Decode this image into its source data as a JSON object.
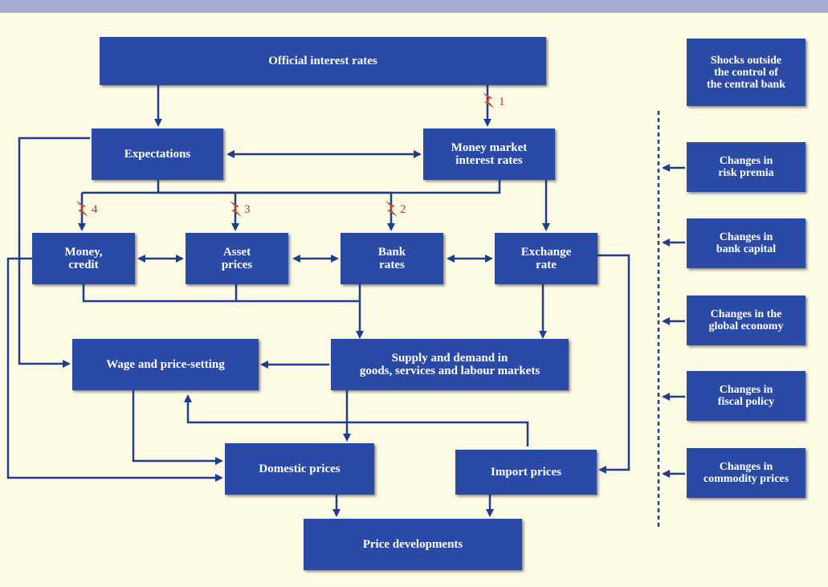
{
  "colors": {
    "background": "#fdfbe3",
    "box": "#2b4aa5",
    "arrow": "#1f3c8f",
    "shock_marker": "#b23a2a",
    "top_bar": "#a9add6"
  },
  "boxes": {
    "official_interest_rates": "Official interest rates",
    "expectations": "Expectations",
    "money_market_rates": "Money market\ninterest rates",
    "money_credit": "Money,\ncredit",
    "asset_prices": "Asset\nprices",
    "bank_rates": "Bank\nrates",
    "exchange_rate": "Exchange\nrate",
    "wage_price_setting": "Wage and price-setting",
    "supply_demand": "Supply and demand in\ngoods, services and labour markets",
    "domestic_prices": "Domestic prices",
    "import_prices": "Import prices",
    "price_developments": "Price developments"
  },
  "shocks": {
    "header": "Shocks outside\nthe control of\nthe central bank",
    "items": [
      "Changes in\nrisk premia",
      "Changes in\nbank capital",
      "Changes in the\nglobal economy",
      "Changes in\nfiscal policy",
      "Changes in\ncommodity prices"
    ]
  },
  "markers": [
    "1",
    "2",
    "3",
    "4"
  ]
}
